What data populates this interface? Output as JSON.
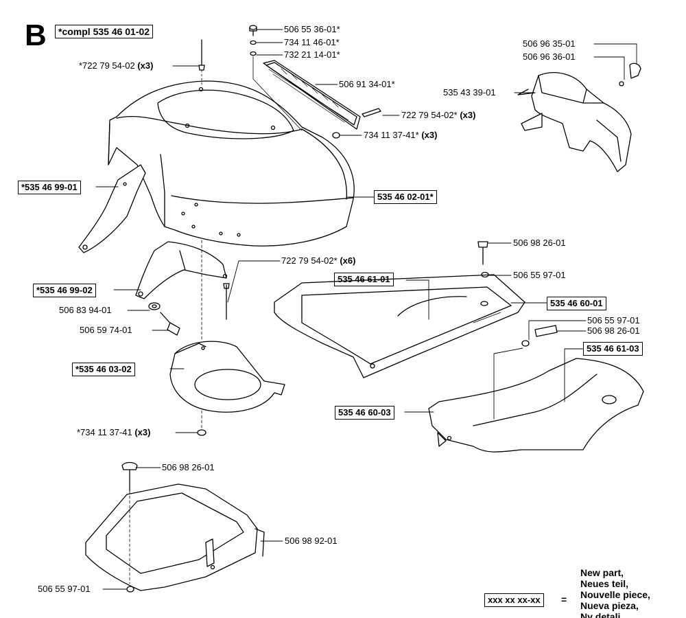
{
  "section": "B",
  "compl": "*compl 535 46 01-02",
  "labels": {
    "l_722_top": "*722 79 54-02",
    "l_722_top_q": "(x3)",
    "l_50655": "506 55 36-01*",
    "l_73411": "734 11 46-01*",
    "l_73221": "732 21 14-01*",
    "l_50691": "506 91 34-01*",
    "l_722_mid": "722 79 54-02*",
    "l_722_mid_q": "(x3)",
    "l_734_mid": "734 11 37-41*",
    "l_734_mid_q": "(x3)",
    "l_50696_35": "506 96 35-01",
    "l_50696_36": "506 96 36-01",
    "l_53543": "535 43 39-01",
    "l_53546_99_01": "*535 46 99-01",
    "l_53546_02": "535 46 02-01*",
    "l_722_x6": "722 79 54-02*",
    "l_722_x6_q": "(x6)",
    "l_53546_99_02": "*535 46 99-02",
    "l_50683": "506 83 94-01",
    "l_50659": "506 59 74-01",
    "l_53546_03_02": "*535 46 03-02",
    "l_734_bot": "*734 11 37-41",
    "l_734_bot_q": "(x3)",
    "l_50698_a": "506 98 26-01",
    "l_50655_97_a": "506 55 97-01",
    "l_53546_61_01": "535 46 61-01",
    "l_53546_60_01": "535 46 60-01",
    "l_50655_97_b": "506 55 97-01",
    "l_50698_b": "506 98 26-01",
    "l_53546_61_03": "535 46 61-03",
    "l_53546_60_03": "535 46 60-03",
    "l_50698_c": "506 98 26-01",
    "l_50698_92": "506 98 92-01",
    "l_50655_97_c": "506 55 97-01"
  },
  "legend": {
    "lines": [
      "New part,",
      "Neues teil,",
      "Nouvelle piece,",
      "Nueva pieza,",
      "Ny detalj"
    ],
    "code": "xxx xx xx-xx",
    "equals": "="
  }
}
